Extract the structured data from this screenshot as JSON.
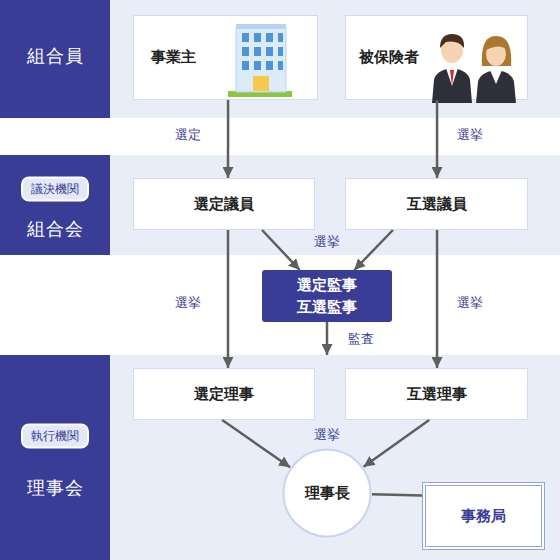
{
  "diagram": {
    "nodes": [
      {
        "text": [
          "組合員"
        ]
      },
      {
        "text": [
          "事業主"
        ],
        "in": 0
      },
      {
        "text": [
          "被保険者"
        ],
        "in": 0
      },
      {
        "text": [
          "議決機関",
          "組合会"
        ]
      },
      {
        "text": [
          "選定議員"
        ],
        "in": 3
      },
      {
        "text": [
          "互選議員"
        ],
        "in": 3
      },
      {
        "text": [
          "選定監事 互選監事"
        ]
      },
      {
        "text": [
          "執行機関",
          "理事会"
        ]
      },
      {
        "text": [
          "選定理事"
        ],
        "in": 7
      },
      {
        "text": [
          "互選理事"
        ],
        "in": 7
      },
      {
        "text": [
          "理事長"
        ],
        "in": 7
      },
      {
        "text": [
          "事務局"
        ],
        "in": 7
      }
    ],
    "edges": [
      {
        "from": 1,
        "to": 4,
        "arrow": "to",
        "label": "選定"
      },
      {
        "from": 2,
        "to": 5,
        "arrow": "to",
        "label": "選挙"
      },
      {
        "from": 4,
        "to": 6,
        "arrow": "to",
        "label": "選挙"
      },
      {
        "from": 5,
        "to": 6,
        "arrow": "to"
      },
      {
        "from": 4,
        "to": 8,
        "arrow": "to",
        "label": "選挙"
      },
      {
        "from": 5,
        "to": 9,
        "arrow": "to",
        "label": "選挙"
      },
      {
        "from": 6,
        "to": 7,
        "arrow": "to",
        "label": "監査"
      },
      {
        "from": 8,
        "to": 10,
        "arrow": "to",
        "label": "選挙"
      },
      {
        "from": 9,
        "to": 10,
        "arrow": "to"
      },
      {
        "from": 10,
        "to": 11,
        "arrow": "none"
      }
    ]
  }
}
